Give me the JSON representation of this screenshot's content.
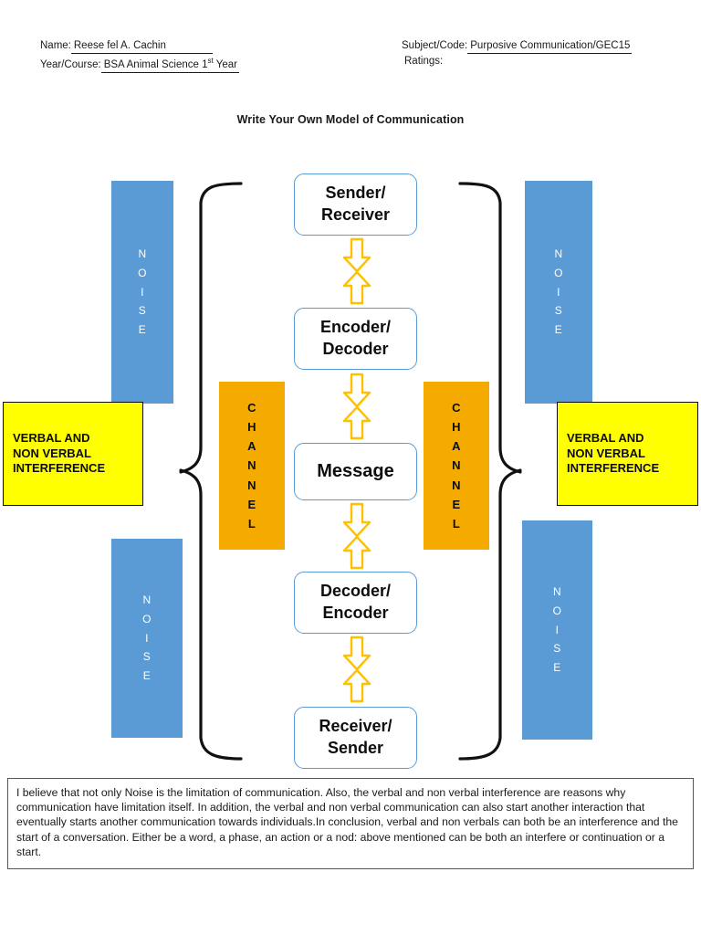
{
  "header": {
    "name_label": "Name:",
    "name_value": "Reese fel A. Cachin",
    "year_label": "Year/Course:",
    "year_value_pre": "BSA Animal Science 1",
    "year_value_sup": "st",
    "year_value_post": " Year",
    "subject_label": "Subject/Code:",
    "subject_value": "Purposive Communication/GEC15",
    "ratings_label": "Ratings:",
    "ratings_value": ""
  },
  "title": "Write Your Own Model of Communication",
  "diagram": {
    "flow_boxes": [
      {
        "line1": "Sender/",
        "line2": "Receiver"
      },
      {
        "line1": "Encoder/",
        "line2": "Decoder"
      },
      {
        "line1": "Message",
        "line2": ""
      },
      {
        "line1": "Decoder/",
        "line2": "Encoder"
      },
      {
        "line1": "Receiver/",
        "line2": "Sender"
      }
    ],
    "noise_boxes": [
      {
        "label": "NOISE",
        "position": "top-left"
      },
      {
        "label": "NOISE",
        "position": "top-right"
      },
      {
        "label": "NOISE",
        "position": "bottom-left"
      },
      {
        "label": "NOISE",
        "position": "bottom-right"
      }
    ],
    "channel_boxes": [
      {
        "label": "CHANNEL",
        "position": "left"
      },
      {
        "label": "CHANNEL",
        "position": "right"
      }
    ],
    "interference_boxes": [
      {
        "line1": "VERBAL AND",
        "line2": "NON VERBAL",
        "line3": "INTERFERENCE",
        "position": "left"
      },
      {
        "line1": "VERBAL AND",
        "line2": "NON VERBAL",
        "line3": "INTERFERENCE",
        "position": "right"
      }
    ],
    "colors": {
      "noise_fill": "#5B9BD5",
      "channel_fill": "#F5AA00",
      "interference_fill": "#FFFF00",
      "flow_border": "#5B9BD5",
      "arrow_stroke": "#FFC000",
      "brace_stroke": "#111111"
    }
  },
  "reflection": "I believe that not only Noise is the limitation of communication. Also, the verbal and non verbal interference are reasons why communication have limitation itself. In addition, the verbal and non verbal communication can also start another interaction that eventually starts another communication towards individuals.In conclusion, verbal and non verbals can both be an interference and the start of a conversation. Either be a word, a phase, an action or a nod: above mentioned can be both an interfere or continuation or a start."
}
